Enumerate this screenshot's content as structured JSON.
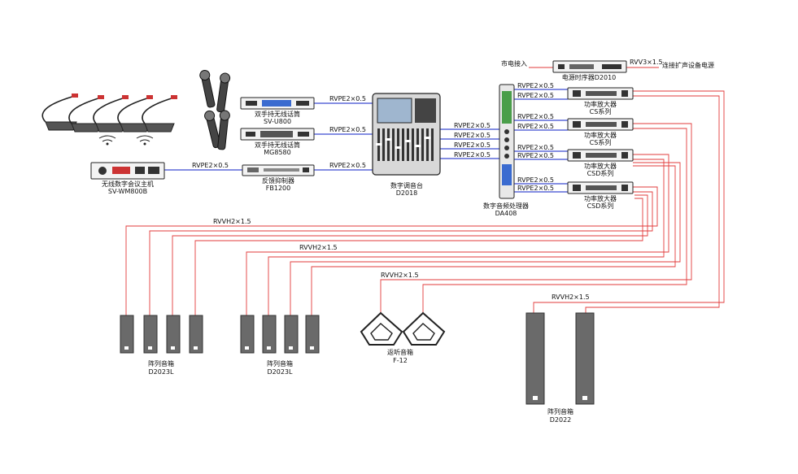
{
  "devices": {
    "conf_host": {
      "name": "无线数字会议主机",
      "model": "SV-WM800B"
    },
    "handheld_1": {
      "name": "双手持无线话筒",
      "model": "SV-U800"
    },
    "handheld_2": {
      "name": "双手持无线话筒",
      "model": "MG8580"
    },
    "feedback": {
      "name": "反馈抑制器",
      "model": "FB1200"
    },
    "mixer": {
      "name": "数字调音台",
      "model": "D2018"
    },
    "processor": {
      "name": "数字音频处理器",
      "model": "DA408"
    },
    "sequencer": {
      "name": "电源时序器",
      "model": "D2010"
    },
    "amp_1": {
      "name": "功率放大器",
      "series": "CS系列"
    },
    "amp_2": {
      "name": "功率放大器",
      "series": "CS系列"
    },
    "amp_3": {
      "name": "功率放大器",
      "series": "CSD系列"
    },
    "amp_4": {
      "name": "功率放大器",
      "series": "CSD系列"
    },
    "array_left": {
      "name": "阵列音箱",
      "model": "D2023L"
    },
    "array_mid": {
      "name": "阵列音箱",
      "model": "D2023L"
    },
    "monitor": {
      "name": "返听音箱",
      "model": "F-12"
    },
    "array_right": {
      "name": "阵列音箱",
      "model": "D2022"
    }
  },
  "labels": {
    "mains_in": "市电接入",
    "to_speaker_power": "连接扩声设备电源"
  },
  "cables": {
    "host_to_fb": "RVPE2×0.5",
    "u800_to_mixer": "RVPE2×0.5",
    "mg8580_to_mixer": "RVPE2×0.5",
    "fb_to_mixer": "RVPE2×0.5",
    "mixer_proc_1": "RVPE2×0.5",
    "mixer_proc_2": "RVPE2×0.5",
    "mixer_proc_3": "RVPE2×0.5",
    "mixer_proc_4": "RVPE2×0.5",
    "proc_amp1_a": "RVPE2×0.5",
    "proc_amp1_b": "RVPE2×0.5",
    "proc_amp2_a": "RVPE2×0.5",
    "proc_amp2_b": "RVPE2×0.5",
    "proc_amp3_a": "RVPE2×0.5",
    "proc_amp3_b": "RVPE2×0.5",
    "proc_amp4_a": "RVPE2×0.5",
    "proc_amp4_b": "RVPE2×0.5",
    "seq_power": "RVV3×1.5",
    "spk_left": "RVVH2×1.5",
    "spk_mid": "RVVH2×1.5",
    "spk_monitor": "RVVH2×1.5",
    "spk_right": "RVVH2×1.5"
  },
  "colors": {
    "signal_wire": "#3a4bd0",
    "speaker_wire": "#e23b3b"
  }
}
